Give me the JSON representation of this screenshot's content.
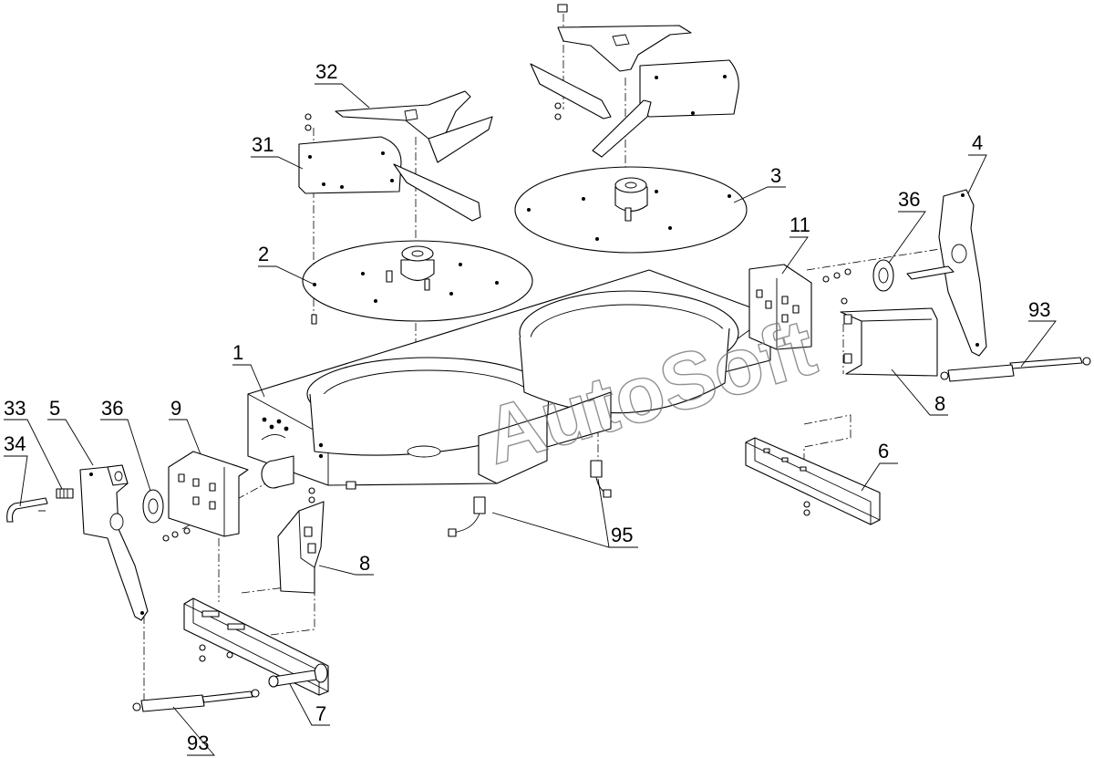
{
  "watermark": "AutoSoft",
  "callouts": [
    {
      "id": "c1",
      "label": "1"
    },
    {
      "id": "c2",
      "label": "2"
    },
    {
      "id": "c3",
      "label": "3"
    },
    {
      "id": "c4",
      "label": "4"
    },
    {
      "id": "c5",
      "label": "5"
    },
    {
      "id": "c6",
      "label": "6"
    },
    {
      "id": "c7",
      "label": "7"
    },
    {
      "id": "c8a",
      "label": "8"
    },
    {
      "id": "c8b",
      "label": "8"
    },
    {
      "id": "c9",
      "label": "9"
    },
    {
      "id": "c11",
      "label": "11"
    },
    {
      "id": "c31",
      "label": "31"
    },
    {
      "id": "c32",
      "label": "32"
    },
    {
      "id": "c33",
      "label": "33"
    },
    {
      "id": "c34",
      "label": "34"
    },
    {
      "id": "c36a",
      "label": "36"
    },
    {
      "id": "c36b",
      "label": "36"
    },
    {
      "id": "c93a",
      "label": "93"
    },
    {
      "id": "c93b",
      "label": "93"
    },
    {
      "id": "c95",
      "label": "95"
    }
  ]
}
